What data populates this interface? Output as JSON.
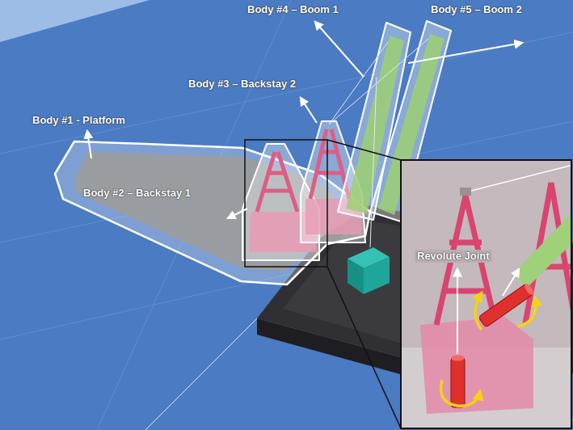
{
  "diagram": {
    "labels": [
      "Body #4 – Boom 1",
      "Body #5 – Boom 2",
      "Body #3 – Backstay 2",
      "Body #1 - Platform",
      "Body #2 – Backstay 1",
      "Revolute Joint"
    ]
  }
}
